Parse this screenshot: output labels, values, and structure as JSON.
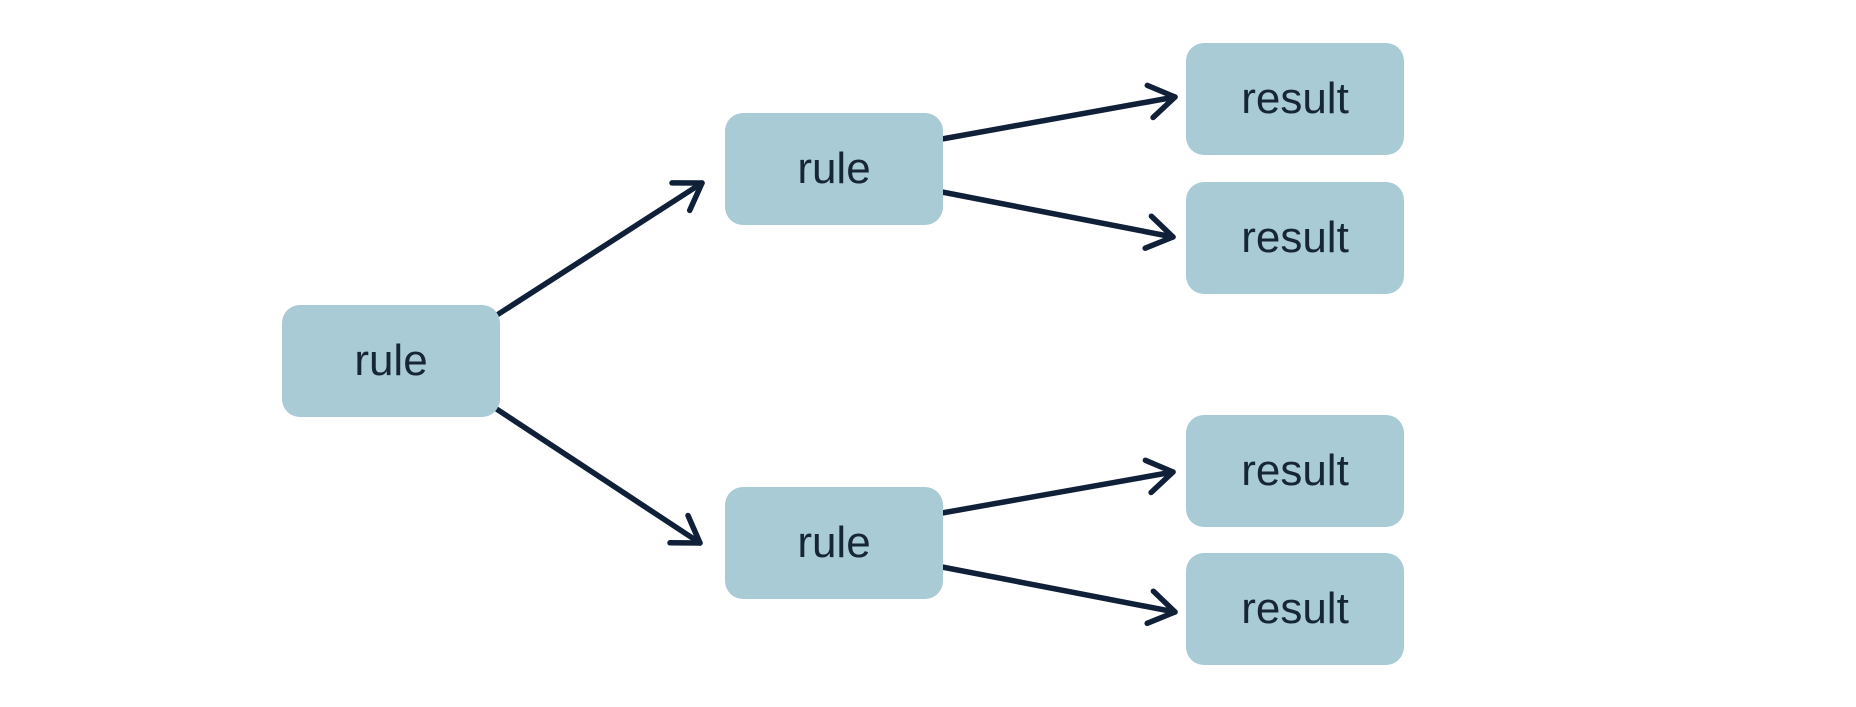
{
  "diagram": {
    "background": "#ffffff",
    "node_fill": "#a8cbd6",
    "text_color": "#172635",
    "arrow_color": "#0f2038",
    "nodes": [
      {
        "id": "rule-root",
        "type": "rule",
        "label": "rule"
      },
      {
        "id": "rule-top",
        "type": "rule",
        "label": "rule"
      },
      {
        "id": "rule-bottom",
        "type": "rule",
        "label": "rule"
      },
      {
        "id": "result-1",
        "type": "result",
        "label": "result"
      },
      {
        "id": "result-2",
        "type": "result",
        "label": "result"
      },
      {
        "id": "result-3",
        "type": "result",
        "label": "result"
      },
      {
        "id": "result-4",
        "type": "result",
        "label": "result"
      }
    ],
    "edges": [
      {
        "from": "rule-root",
        "to": "rule-top"
      },
      {
        "from": "rule-root",
        "to": "rule-bottom"
      },
      {
        "from": "rule-top",
        "to": "result-1"
      },
      {
        "from": "rule-top",
        "to": "result-2"
      },
      {
        "from": "rule-bottom",
        "to": "result-3"
      },
      {
        "from": "rule-bottom",
        "to": "result-4"
      }
    ]
  }
}
